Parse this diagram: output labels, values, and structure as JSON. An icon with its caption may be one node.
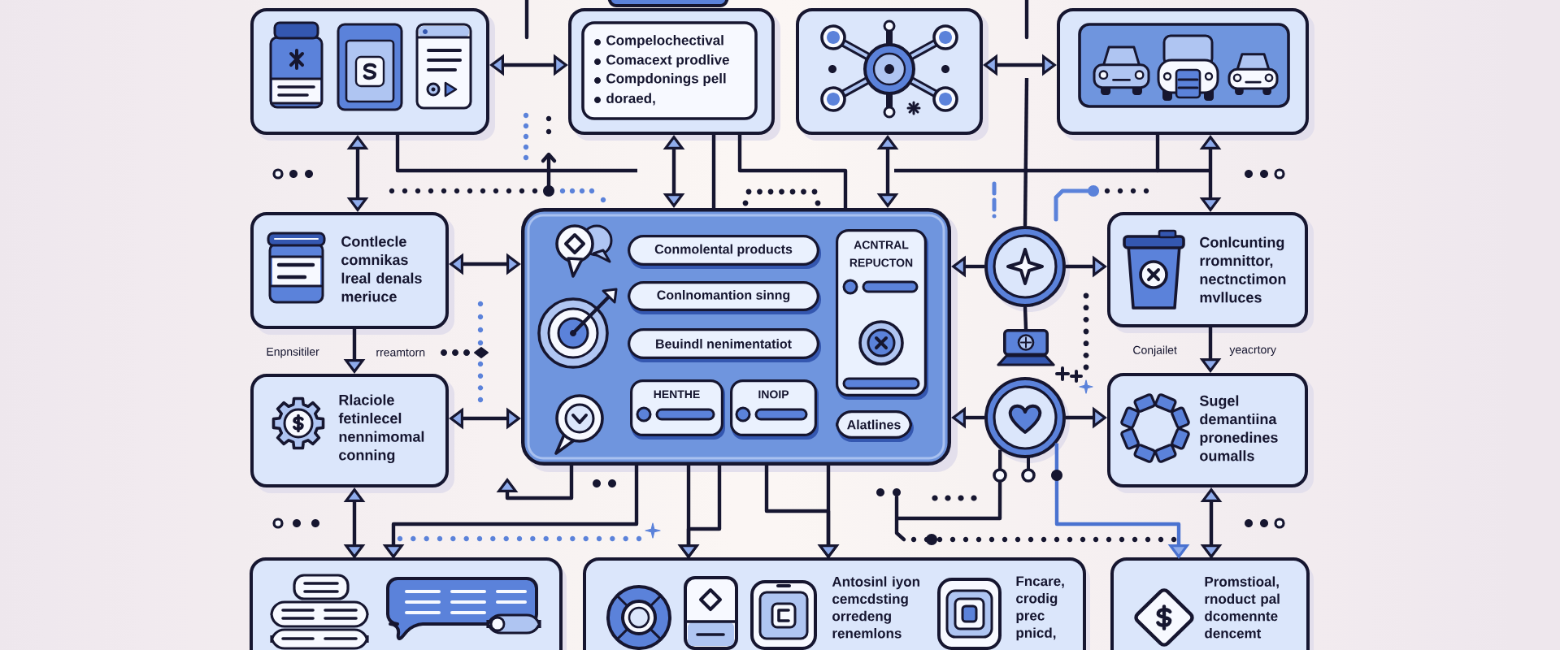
{
  "diagram": {
    "nodes": [
      {
        "text": [],
        "shape": "box"
      },
      {
        "text": [
          "Compelochectival",
          "Comacext prodlive",
          "Compdonings pell",
          "doraed,"
        ]
      },
      {
        "text": [],
        "shape": "box"
      },
      {
        "text": [],
        "shape": "box"
      },
      {
        "text": [
          "Contlecle comnikas lreal denals meriuce"
        ]
      },
      {
        "text": [],
        "shape": "box"
      },
      {
        "text": [
          "Conmolental products"
        ],
        "in": 5
      },
      {
        "text": [
          "Conlnomantion sinng"
        ],
        "in": 5
      },
      {
        "text": [
          "Beuindl nenimentatiot"
        ],
        "in": 5
      },
      {
        "text": [
          "HENTHE"
        ],
        "in": 5
      },
      {
        "text": [
          "INOIP"
        ],
        "in": 5
      },
      {
        "text": [
          "ACNTRAL REPUCTON"
        ],
        "in": 5
      },
      {
        "text": [
          "Alatlines"
        ],
        "in": 5
      },
      {
        "text": [],
        "shape": "circle"
      },
      {
        "text": [
          "Conlcunting rromnittor, nectnctimon mvlluces"
        ]
      },
      {
        "text": [],
        "shape": "picture"
      },
      {
        "text": [
          "Rlaciole fetinlecel nennimomal conning"
        ]
      },
      {
        "text": [],
        "shape": "circle"
      },
      {
        "text": [
          "Sugel demantiina pronedines oumalls"
        ]
      },
      {
        "text": [],
        "shape": "box"
      },
      {
        "text": [
          "Antosinl iyon cemcdsting orredeng renemlons",
          "Fncare, crodig prec pnicd,"
        ]
      },
      {
        "text": [
          "Promstioal, rnoduct pal dcomennte dencemt"
        ]
      }
    ],
    "edges": [
      {
        "from": 0,
        "to": 1,
        "arrow": "both"
      },
      {
        "from": 2,
        "to": 3,
        "arrow": "both"
      },
      {
        "from": 0,
        "to": 4,
        "arrow": "both"
      },
      {
        "from": 1,
        "to": 5,
        "arrow": "both"
      },
      {
        "from": 2,
        "to": 5,
        "arrow": "both"
      },
      {
        "from": 3,
        "to": 14,
        "arrow": "both"
      },
      {
        "from": 0,
        "to": null,
        "arrow": "none"
      },
      {
        "from": 1,
        "to": 5,
        "arrow": "none"
      },
      {
        "from": 1,
        "to": 5,
        "arrow": "none"
      },
      {
        "from": 3,
        "to": null,
        "arrow": "none"
      },
      {
        "from": null,
        "to": 13,
        "arrow": "none"
      },
      {
        "from": 4,
        "to": 5,
        "arrow": "both"
      },
      {
        "from": 13,
        "to": 5,
        "arrow": "to"
      },
      {
        "from": 13,
        "to": 14,
        "arrow": "to"
      },
      {
        "from": 13,
        "to": 15,
        "arrow": "none"
      },
      {
        "from": 4,
        "to": 16,
        "arrow": "to"
      },
      {
        "from": 14,
        "to": 18,
        "arrow": "to"
      },
      {
        "from": 16,
        "to": 5,
        "arrow": "both"
      },
      {
        "from": 17,
        "to": 5,
        "arrow": "to"
      },
      {
        "from": 17,
        "to": 18,
        "arrow": "to"
      },
      {
        "from": 16,
        "to": 19,
        "arrow": "both"
      },
      {
        "from": 5,
        "to": 19,
        "arrow": "to"
      },
      {
        "from": 5,
        "to": null,
        "arrow": "to"
      },
      {
        "from": 5,
        "to": 20,
        "arrow": "to"
      },
      {
        "from": 5,
        "to": 20,
        "arrow": "to"
      },
      {
        "from": 5,
        "to": 20,
        "arrow": "to"
      },
      {
        "from": 5,
        "to": 20,
        "arrow": "to"
      },
      {
        "from": 17,
        "to": null,
        "arrow": "none"
      },
      {
        "from": 17,
        "to": 21,
        "arrow": "to",
        "color": "#4a72d0"
      },
      {
        "from": 18,
        "to": 21,
        "arrow": "both"
      }
    ],
    "labels": [
      "Enpnsitiler",
      "rreamtorn",
      "Conjailet",
      "yeacrtory"
    ]
  }
}
